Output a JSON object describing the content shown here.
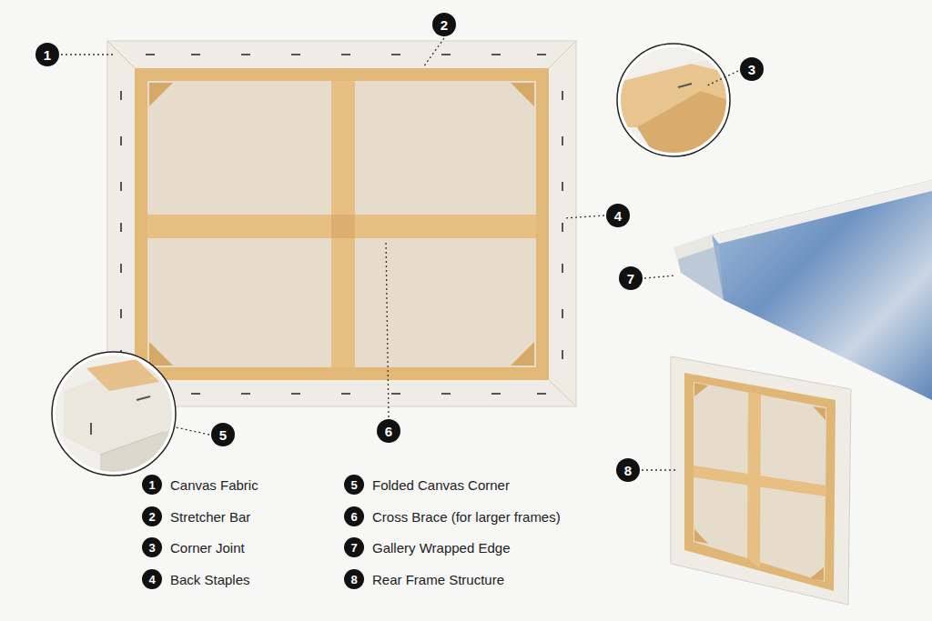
{
  "diagram": {
    "labels": [
      "1",
      "2",
      "3",
      "4",
      "5",
      "6",
      "7",
      "8",
      "1",
      "Canvas Fabric",
      "2",
      "Stretcher Bar",
      "3",
      "Corner Joint",
      "4",
      "Back Staples",
      "5",
      "Folded Canvas Corner",
      "6",
      "Cross Brace (for larger frames)",
      "7",
      "Gallery Wrapped Edge",
      "8",
      "Rear Frame Structure"
    ]
  }
}
